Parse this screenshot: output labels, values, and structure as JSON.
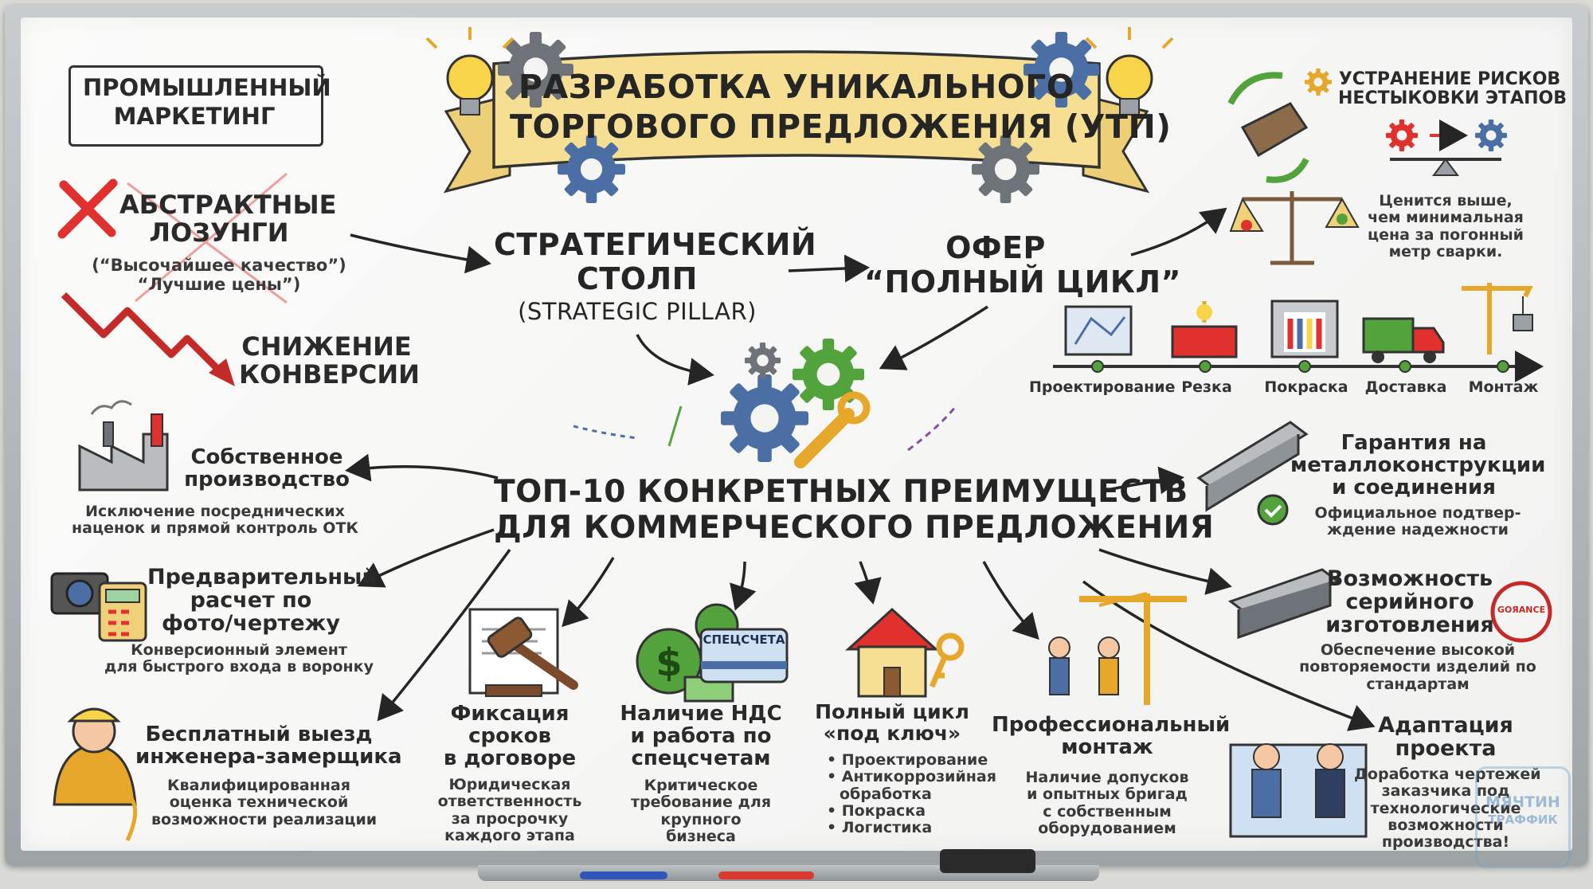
{
  "tag": {
    "line1": "ПРОМЫШЛЕННЫЙ",
    "line2": "МАРКЕТИНГ"
  },
  "title": {
    "line1": "РАЗРАБОТКА УНИКАЛЬНОГО",
    "line2": "ТОРГОВОГО ПРЕДЛОЖЕНИЯ (УТП)"
  },
  "slogans": {
    "line1": "АБСТРАКТНЫЕ",
    "line2": "ЛОЗУНГИ",
    "ex1": "(“Высочайшее качество”)",
    "ex2": "“Лучшие цены”)"
  },
  "conversion": {
    "line1": "СНИЖЕНИЕ",
    "line2": "КОНВЕРСИИ"
  },
  "pillar": {
    "line1": "СТРАТЕГИЧЕСКИЙ",
    "line2": "СТОЛП",
    "line3": "(STRATEGIC PILLAR)"
  },
  "offer": {
    "line1": "ОФЕР",
    "line2": "“ПОЛНЫЙ ЦИКЛ”"
  },
  "risks": {
    "line1": "УСТРАНЕНИЕ РИСКОВ",
    "line2": "НЕСТЫКОВКИ ЭТАПОВ"
  },
  "value": {
    "line1": "Ценится выше,",
    "line2": "чем минимальная",
    "line3": "цена за погонный",
    "line4": "метр сварки."
  },
  "process_steps": [
    "Проектирование",
    "Резка",
    "Покраска",
    "Доставка",
    "Монтаж"
  ],
  "top10": {
    "line1": "ТОП-10 КОНКРЕТНЫХ ПРЕИМУЩЕСТВ",
    "line2": "ДЛЯ КОММЕРЧЕСКОГО ПРЕДЛОЖЕНИЯ"
  },
  "own_production": {
    "t1": "Собственное",
    "t2": "производство",
    "d1": "Исключение посреднических",
    "d2": "наценок и прямой контроль ОТК"
  },
  "calc": {
    "t1": "Предварительный",
    "t2": "расчет по",
    "t3": "фото/чертежу",
    "d1": "Конверсионный элемент",
    "d2": "для быстрого входа в воронку"
  },
  "engineer": {
    "t1": "Бесплатный выезд",
    "t2": "инженера-замерщика",
    "d1": "Квалифицированная",
    "d2": "оценка технической",
    "d3": "возможности реализации"
  },
  "deadline": {
    "t1": "Фиксация",
    "t2": "сроков",
    "t3": "в договоре",
    "d1": "Юридическая",
    "d2": "ответственность",
    "d3": "за просрочку",
    "d4": "каждого этапа"
  },
  "vat": {
    "t1": "Наличие НДС",
    "t2": "и работа по",
    "t3": "спецсчетам",
    "d1": "Критическое",
    "d2": "требование для",
    "d3": "крупного",
    "d4": "бизнеса",
    "card": "СПЕЦСЧЕТА"
  },
  "turnkey": {
    "t1": "Полный цикл",
    "t2": "«под ключ»",
    "items": [
      "• Проектирование",
      "• Антикоррозийная",
      "обработка",
      "• Покраска",
      "• Логистика"
    ]
  },
  "mounting": {
    "t1": "Профессиональный",
    "t2": "монтаж",
    "d1": "Наличие допусков",
    "d2": "и опытных бригад",
    "d3": "с собственным",
    "d4": "оборудованием"
  },
  "guarantee": {
    "t1": "Гарантия на",
    "t2": "металлоконструкции",
    "t3": "и соединения",
    "d1": "Официальное подтвер-",
    "d2": "ждение надежности"
  },
  "serial": {
    "t1": "Возможность",
    "t2": "серийного",
    "t3": "изготовления",
    "d1": "Обеспечение высокой",
    "d2": "повторяемости изделий по",
    "d3": "стандартам",
    "stamp": "GOЯANCE"
  },
  "adapt": {
    "t1": "Адаптация",
    "t2": "проекта",
    "d1": "Доработка чертежей",
    "d2": "заказчика под",
    "d3": "технологические",
    "d4": "возможности",
    "d5": "производства!"
  },
  "watermark": {
    "l1": "МЯЧТИН",
    "l2": "ТРАФФИК"
  },
  "colors": {
    "ribbon": "#f6df93",
    "red": "#e0312e",
    "green": "#4f9a3c",
    "ink": "#252525",
    "gear_blue": "#4b6fa5",
    "gear_gray": "#6d7379",
    "gear_green": "#53a33d",
    "gold": "#e6a72a"
  }
}
